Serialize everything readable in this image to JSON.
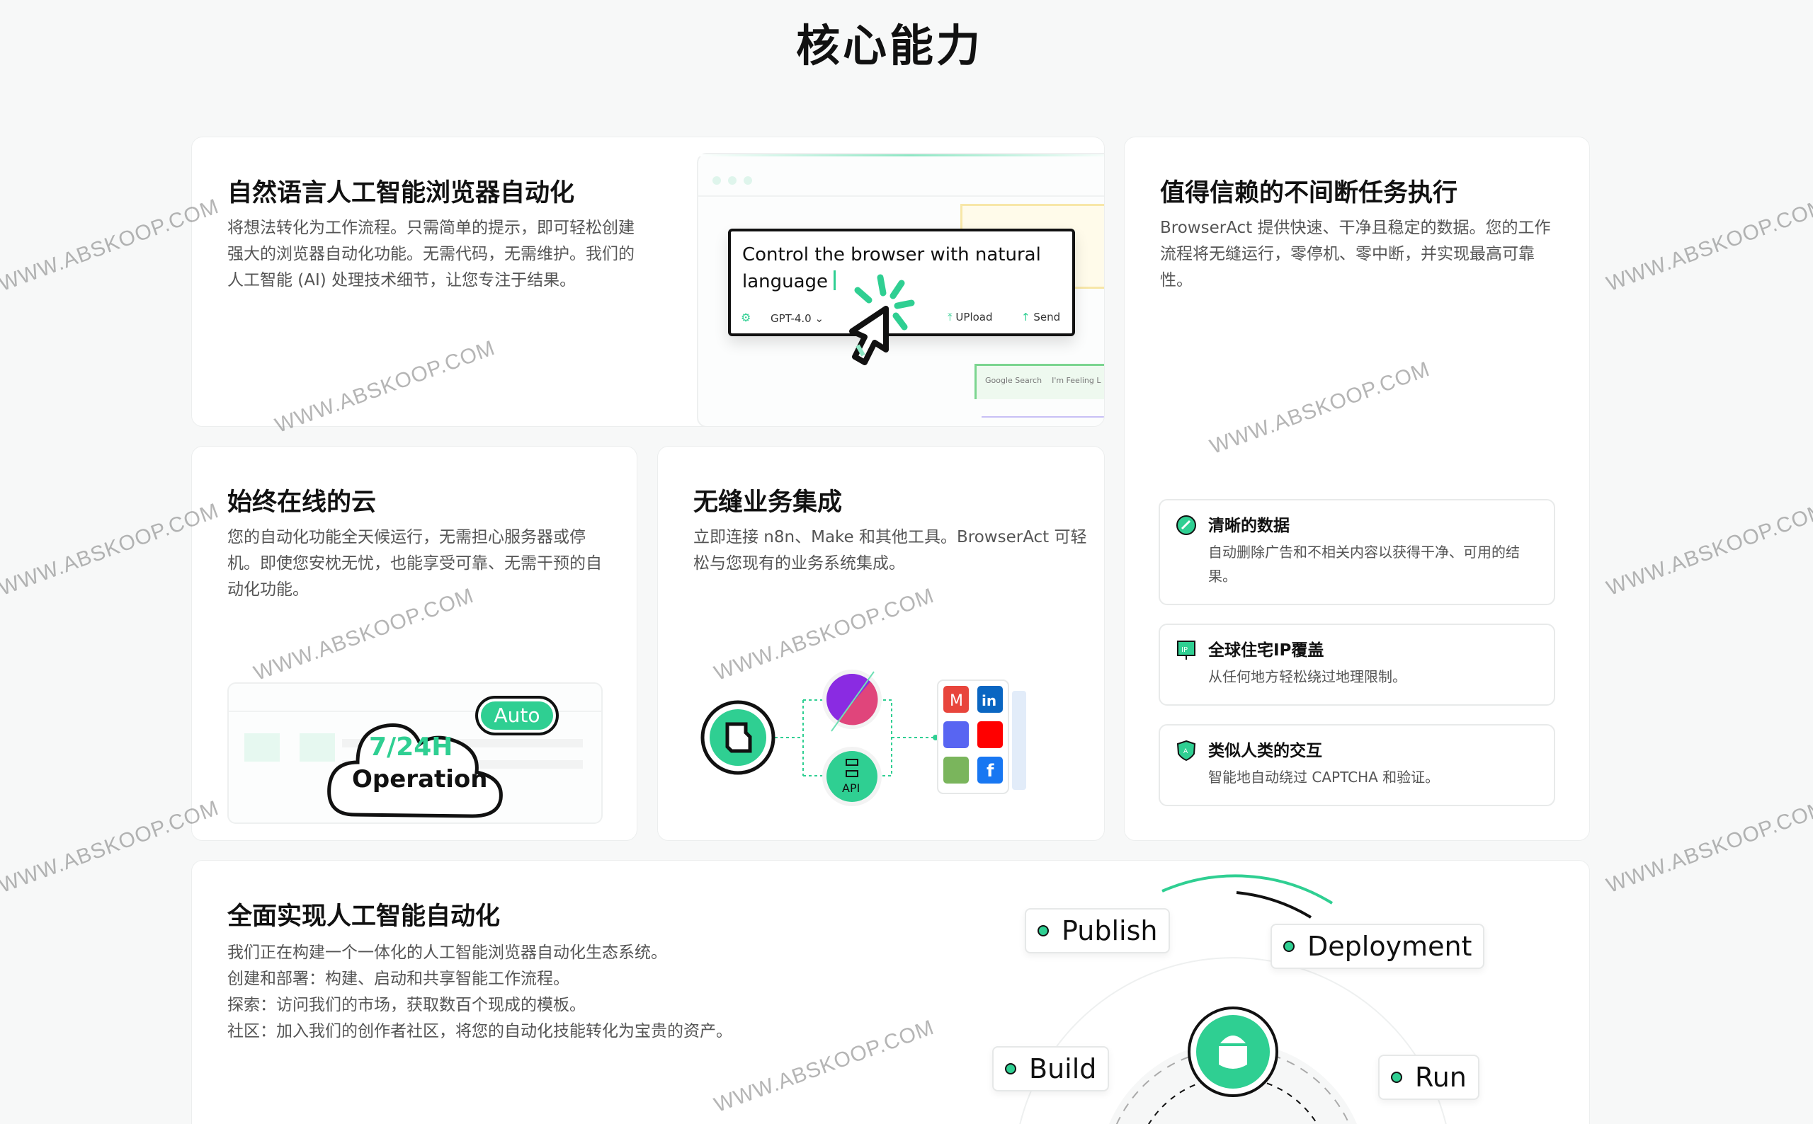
{
  "page_title": "核心能力",
  "cards": {
    "nl_automation": {
      "title": "自然语言人工智能浏览器自动化",
      "desc": "将想法转化为工作流程。只需简单的提示，即可轻松创建强大的浏览器自动化功能。无需代码，无需维护。我们的人工智能 (AI) 处理技术细节，让您专注于结果。",
      "prompt_text": "Control the browser with natural language",
      "model": "GPT-4.0",
      "upload_label": "UPload",
      "send_label": "Send",
      "google_search": "Google Search",
      "feeling_lucky": "I'm Feeling L"
    },
    "reliable": {
      "title": "值得信赖的不间断任务执行",
      "desc": "BrowserAct 提供快速、干净且稳定的数据。您的工作流程将无缝运行，零停机、零中断，并实现最高可靠性。",
      "features": [
        {
          "icon": "clean-data-icon",
          "title": "清晰的数据",
          "desc": "自动删除广告和不相关内容以获得干净、可用的结果。"
        },
        {
          "icon": "ip-sign-icon",
          "title": "全球住宅IP覆盖",
          "desc": "从任何地方轻松绕过地理限制。"
        },
        {
          "icon": "shield-icon",
          "title": "类似人类的交互",
          "desc": "智能地自动绕过 CAPTCHA 和验证。"
        }
      ]
    },
    "cloud": {
      "title": "始终在线的云",
      "desc": "您的自动化功能全天候运行，无需担心服务器或停机。即使您安枕无忧，也能享受可靠、无需干预的自动化功能。",
      "badge": "Auto",
      "hours": "7/24H",
      "operation": "Operation"
    },
    "integration": {
      "title": "无缝业务集成",
      "desc": "立即连接 n8n、Make 和其他工具。BrowserAct 可轻松与您现有的业务系统集成。",
      "api_label": "API",
      "apps": [
        "gmail-icon",
        "linkedin-icon",
        "discord-icon",
        "youtube-icon",
        "shopify-icon",
        "facebook-icon"
      ]
    },
    "full_ai": {
      "title": "全面实现人工智能自动化",
      "lines": [
        "我们正在构建一个一体化的人工智能浏览器自动化生态系统。",
        "创建和部署：构建、启动和共享智能工作流程。",
        "探索：访问我们的市场，获取数百个现成的模板。",
        "社区：加入我们的创作者社区，将您的自动化技能转化为宝贵的资产。"
      ],
      "stages": {
        "publish": "Publish",
        "deployment": "Deployment",
        "build": "Build",
        "run": "Run"
      }
    }
  },
  "watermark": "WWW.ABSKOOP.COM",
  "colors": {
    "accent": "#2fcf92",
    "text": "#111111",
    "muted": "#555555"
  }
}
